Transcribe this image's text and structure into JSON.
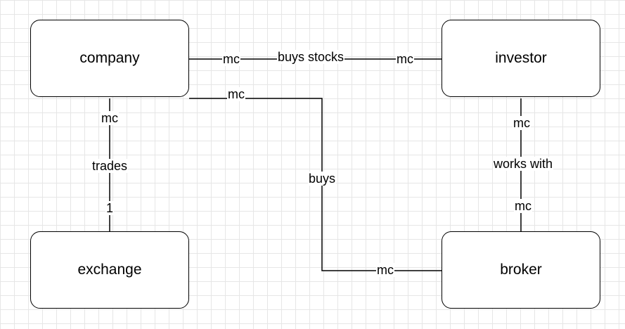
{
  "entities": {
    "company": "company",
    "investor": "investor",
    "exchange": "exchange",
    "broker": "broker"
  },
  "relationships": {
    "company_investor": {
      "name": "buys stocks",
      "company_end": "mc",
      "investor_end": "mc"
    },
    "company_exchange": {
      "name": "trades",
      "company_end": "mc",
      "exchange_end": "1"
    },
    "company_broker": {
      "name": "buys",
      "company_end": "mc",
      "broker_end": "mc"
    },
    "investor_broker": {
      "name": "works with",
      "investor_end": "mc",
      "broker_end": "mc"
    }
  }
}
